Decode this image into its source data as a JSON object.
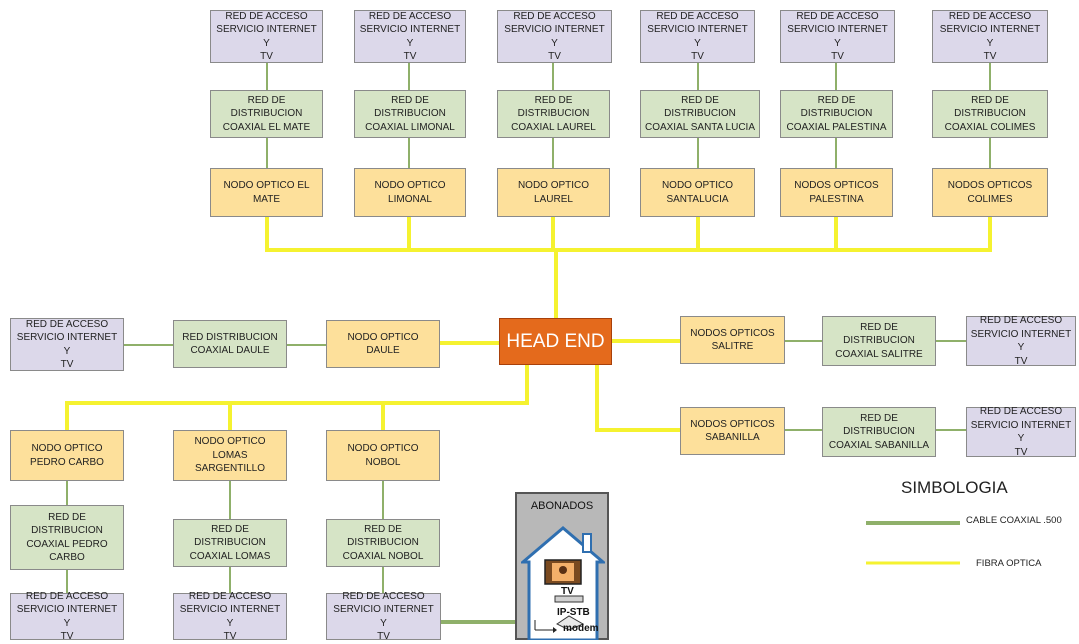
{
  "top_columns": [
    {
      "access": "RED DE ACCESO\nSERVICIO INTERNET Y\nTV",
      "distribution": "RED DE\nDISTRIBUCION\nCOAXIAL EL MATE",
      "node": "NODO OPTICO EL\nMATE"
    },
    {
      "access": "RED DE ACCESO\nSERVICIO INTERNET Y\nTV",
      "distribution": "RED DE\nDISTRIBUCION\nCOAXIAL LIMONAL",
      "node": "NODO OPTICO\nLIMONAL"
    },
    {
      "access": "RED DE ACCESO\nSERVICIO INTERNET Y\nTV",
      "distribution": "RED DE\nDISTRIBUCION\nCOAXIAL LAUREL",
      "node": "NODO OPTICO\nLAUREL"
    },
    {
      "access": "RED DE ACCESO\nSERVICIO INTERNET Y\nTV",
      "distribution": "RED DE DISTRIBUCION\nCOAXIAL SANTA LUCIA",
      "node": "NODO OPTICO\nSANTALUCIA"
    },
    {
      "access": "RED DE ACCESO\nSERVICIO INTERNET Y\nTV",
      "distribution": "RED DE\nDISTRIBUCION\nCOAXIAL PALESTINA",
      "node": "NODOS OPTICOS\nPALESTINA"
    },
    {
      "access": "RED DE ACCESO\nSERVICIO INTERNET Y\nTV",
      "distribution": "RED DE\nDISTRIBUCION\nCOAXIAL COLIMES",
      "node": "NODOS OPTICOS\nCOLIMES"
    }
  ],
  "head_end": "HEAD END",
  "left_row": {
    "access": "RED DE ACCESO\nSERVICIO INTERNET Y\nTV",
    "distribution": "RED DISTRIBUCION\nCOAXIAL DAULE",
    "node": "NODO OPTICO DAULE"
  },
  "right_rows": [
    {
      "node": "NODOS OPTICOS\nSALITRE",
      "distribution": "RED DE\nDISTRIBUCION\nCOAXIAL SALITRE",
      "access": "RED DE ACCESO\nSERVICIO INTERNET Y\nTV"
    },
    {
      "node": "NODOS OPTICOS\nSABANILLA",
      "distribution": "RED DE\nDISTRIBUCION\nCOAXIAL SABANILLA",
      "access": "RED DE ACCESO\nSERVICIO INTERNET Y\nTV"
    }
  ],
  "bottom_columns": [
    {
      "node": "NODO OPTICO\nPEDRO CARBO",
      "distribution": "RED DE\nDISTRIBUCION\nCOAXIAL PEDRO\nCARBO",
      "access": "RED DE ACCESO\nSERVICIO INTERNET Y\nTV"
    },
    {
      "node": "NODO OPTICO\nLOMAS SARGENTILLO",
      "distribution": "RED DE\nDISTRIBUCION\nCOAXIAL LOMAS",
      "access": "RED DE ACCESO\nSERVICIO INTERNET Y\nTV"
    },
    {
      "node": "NODO OPTICO\nNOBOL",
      "distribution": "RED DE\nDISTRIBUCION\nCOAXIAL NOBOL",
      "access": "RED DE ACCESO\nSERVICIO INTERNET Y\nTV"
    }
  ],
  "subscribers": {
    "title": "ABONADOS",
    "tv": "TV",
    "stb": "IP-STB",
    "modem": "modem"
  },
  "legend": {
    "title": "SIMBOLOGIA",
    "coax_label": "CABLE COAXIAL .500",
    "fiber_label": "FIBRA OPTICA"
  },
  "colors": {
    "fiber": "#f5f230",
    "coax": "#8fb06a",
    "access": "#dcd8ea",
    "distribution": "#d6e4c6",
    "node": "#fde09b",
    "head_end": "#e46a1c"
  }
}
